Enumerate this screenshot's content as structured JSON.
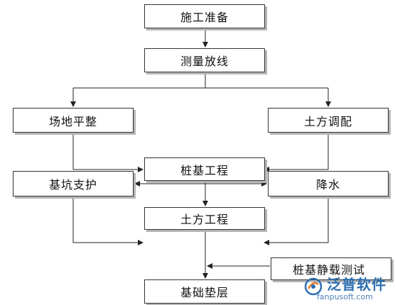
{
  "nodes": {
    "prep": "施工准备",
    "survey": "测量放线",
    "site_leveling": "场地平整",
    "earthwork_balance": "土方调配",
    "pile_foundation": "桩基工程",
    "pit_support": "基坑支护",
    "dewatering": "降水",
    "earthwork": "土方工程",
    "pile_load_test": "桩基静载测试",
    "foundation_cushion": "基础垫层"
  },
  "watermark": {
    "name": "泛普软件",
    "url": "fanpusoft.com",
    "accent_color": "#2d6fb0"
  }
}
